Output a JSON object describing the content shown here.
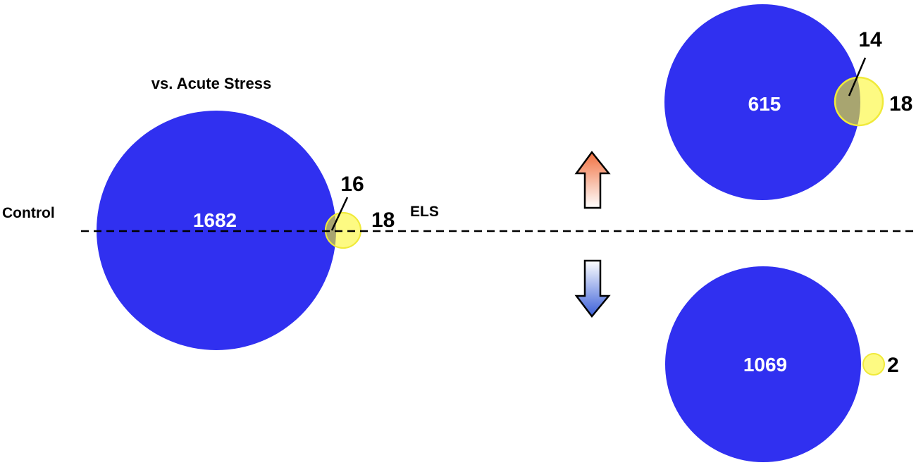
{
  "colors": {
    "large_circle": "#3030f0",
    "small_circle": "#fdfa82",
    "small_circle_stroke": "#f0ea3a",
    "overlap": "#a8a570",
    "line": "#000000",
    "inner_text": "#ffffff",
    "arrow_up": "#f07040",
    "arrow_down": "#3a5fd8"
  },
  "left_panel": {
    "title": "vs. Acute Stress",
    "control_label": "Control",
    "els_label": "ELS",
    "control_count": "1682",
    "overlap_count": "16",
    "els_count": "18"
  },
  "up_panel": {
    "control_count": "615",
    "overlap_count": "14",
    "els_count": "18"
  },
  "down_panel": {
    "control_count": "1069",
    "els_count": "2"
  },
  "icons": {
    "up": "arrow-up-icon",
    "down": "arrow-down-icon"
  }
}
